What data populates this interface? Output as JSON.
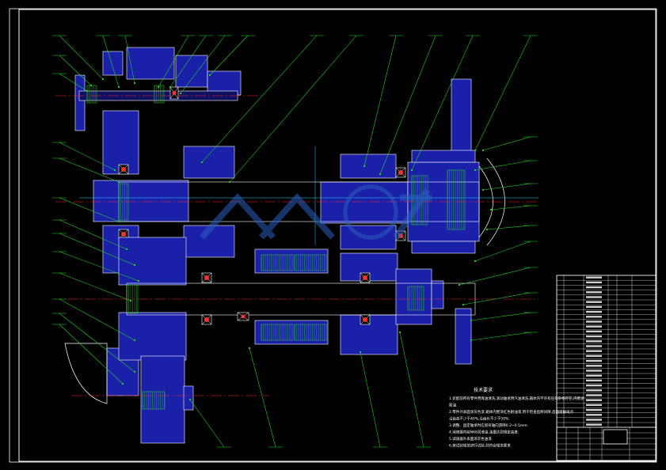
{
  "drawing": {
    "background": "#000000",
    "colors": {
      "frame": "#ffffff",
      "part_fill": "#1a20a8",
      "part_edge": "#ffffff",
      "center_line": "#ff2a2a",
      "leader": "#22dd22",
      "bearing_accent": "#ff3030",
      "hatch": "#2fd12f",
      "axis_cyan": "#28d0ff",
      "watermark": "#2a5fbf"
    },
    "watermark_icon": "renrenwen-logo-icon",
    "tech_requirements": {
      "title": "技术要求",
      "lines": [
        "1.装配前所有零件用煤油清洗,滚动轴承用汽油清洗,箱体内不许有任何杂物存在,内壁涂",
        "   耐油.",
        "2.零件外表面涂灰色漆,箱体内壁涂红色耐油漆,用于检查齿侧间隙,齿面接触斑点",
        "   沿齿高不少于40%,沿齿长不少于50%.",
        "3.调整、固定轴承时应留有轴向游隙0.2~0.5mm.",
        "4.减速器内装N68润滑油,油量达到规定高度.",
        "5.减速器外表面涂灰色油漆.",
        "6.按试验规范进行试验,并符合规范要求."
      ]
    }
  }
}
